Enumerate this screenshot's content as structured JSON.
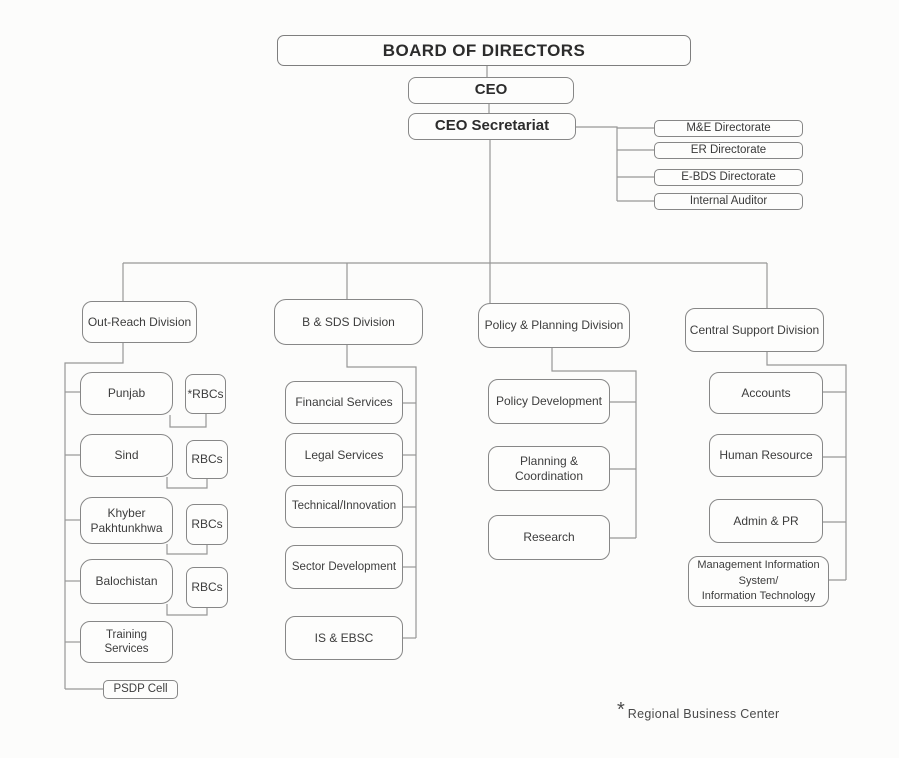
{
  "nodes": {
    "board": "BOARD OF DIRECTORS",
    "ceo": "CEO",
    "ceo_secretariat": "CEO Secretariat"
  },
  "directorates": [
    "M&E Directorate",
    "ER Directorate",
    "E-BDS Directorate",
    "Internal Auditor"
  ],
  "divisions": [
    {
      "label": "Out-Reach Division",
      "children": [
        "Punjab",
        "Sind",
        "Khyber Pakhtunkhwa",
        "Balochistan",
        "Training Services",
        "PSDP Cell"
      ],
      "rbcs": [
        "*RBCs",
        "RBCs",
        "RBCs",
        "RBCs"
      ]
    },
    {
      "label": "B & SDS Division",
      "children": [
        "Financial Services",
        "Legal Services",
        "Technical/Innovation",
        "Sector Development",
        "IS & EBSC"
      ]
    },
    {
      "label": "Policy & Planning Division",
      "children": [
        "Policy Development",
        "Planning & Coordination",
        "Research"
      ]
    },
    {
      "label": "Central Support Division",
      "children": [
        "Accounts",
        "Human Resource",
        "Admin & PR",
        "Management Information\nSystem/\nInformation Technology"
      ]
    }
  ],
  "footnote": {
    "symbol": "*",
    "text": "Regional Business Center"
  },
  "colors": {
    "line": "#979797",
    "box_border": "#878787",
    "text": "#3d3d3d",
    "paper": "#fcfcfb"
  }
}
